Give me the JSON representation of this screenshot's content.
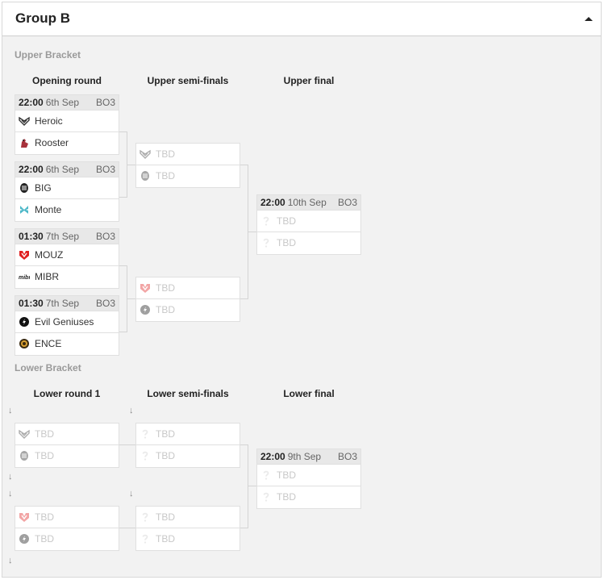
{
  "group": {
    "title": "Group B"
  },
  "upper": {
    "section_label": "Upper Bracket",
    "col_opening": "Opening round",
    "col_semis": "Upper semi-finals",
    "col_final": "Upper final",
    "m1": {
      "time": "22:00",
      "date": "6th Sep",
      "format": "BO3",
      "team1": "Heroic",
      "team2": "Rooster"
    },
    "m2": {
      "time": "22:00",
      "date": "6th Sep",
      "format": "BO3",
      "team1": "BIG",
      "team2": "Monte"
    },
    "m3": {
      "time": "01:30",
      "date": "7th Sep",
      "format": "BO3",
      "team1": "MOUZ",
      "team2": "MIBR"
    },
    "m4": {
      "time": "01:30",
      "date": "7th Sep",
      "format": "BO3",
      "team1": "Evil Geniuses",
      "team2": "ENCE"
    },
    "semi1": {
      "team1": "TBD",
      "team2": "TBD"
    },
    "semi2": {
      "team1": "TBD",
      "team2": "TBD"
    },
    "final": {
      "time": "22:00",
      "date": "10th Sep",
      "format": "BO3",
      "team1": "TBD",
      "team2": "TBD"
    }
  },
  "lower": {
    "section_label": "Lower Bracket",
    "col_round1": "Lower round 1",
    "col_semis": "Lower semi-finals",
    "col_final": "Lower final",
    "r1a": {
      "team1": "TBD",
      "team2": "TBD"
    },
    "r1b": {
      "team1": "TBD",
      "team2": "TBD"
    },
    "semi1": {
      "team1": "TBD",
      "team2": "TBD"
    },
    "semi2": {
      "team1": "TBD",
      "team2": "TBD"
    },
    "final": {
      "time": "22:00",
      "date": "9th Sep",
      "format": "BO3",
      "team1": "TBD",
      "team2": "TBD"
    }
  },
  "arrow_glyph": "↓",
  "icons": {
    "collapse": "caret-up-icon",
    "unknown": "question-mark-icon"
  }
}
